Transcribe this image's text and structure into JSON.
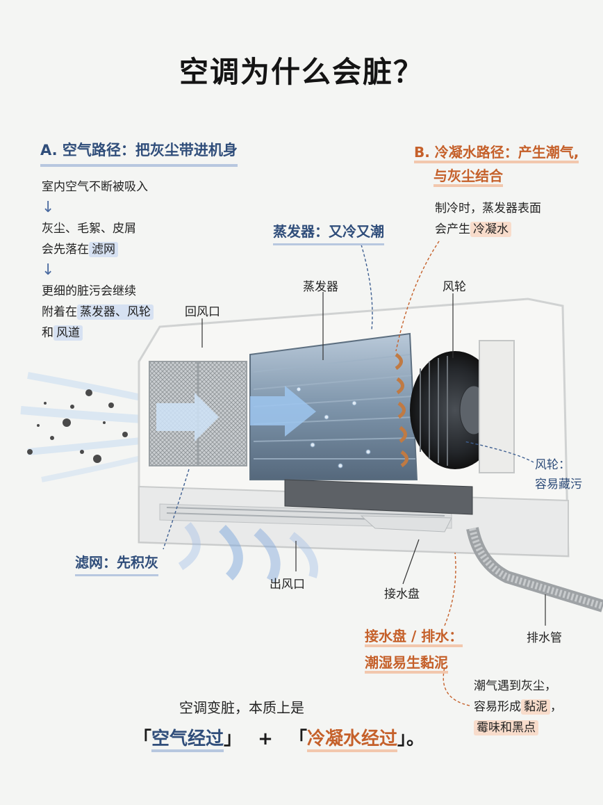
{
  "title": "空调为什么会脏？",
  "section_a": {
    "heading": "A. 空气路径：把灰尘带进机身",
    "line1": "室内空气不断被吸入",
    "arrow": "↓",
    "line2": "灰尘、毛絮、皮屑",
    "line3_prefix": "会先落在",
    "line3_highlight": "滤网",
    "line4": "更细的脏污会继续",
    "line5_prefix": "附着在",
    "line5_highlight": "蒸发器、风轮",
    "line6_prefix": "和",
    "line6_highlight": "风道"
  },
  "section_b": {
    "heading_line1": "B. 冷凝水路径：产生潮气,",
    "heading_line2": "与灰尘结合",
    "line1": "制冷时，蒸发器表面",
    "line2_prefix": "会产生",
    "line2_highlight": "冷凝水"
  },
  "labels": {
    "evaporator_title": "蒸发器：又冷又潮",
    "evaporator": "蒸发器",
    "fan": "风轮",
    "return_vent": "回风口",
    "fan_note_line1": "风轮：",
    "fan_note_line2": "容易藏污",
    "filter_note": "滤网：先积灰",
    "outlet": "出风口",
    "drip_tray": "接水盘",
    "drain_pipe": "排水管",
    "drain_title_line1": "接水盘 / 排水：",
    "drain_title_line2": "潮湿易生黏泥",
    "drain_note_line1": "潮气遇到灰尘，",
    "drain_note_line2_prefix": "容易形成",
    "drain_note_line2_highlight": "黏泥",
    "drain_note_line2_suffix": "，",
    "drain_note_line3": "霉味和黑点"
  },
  "bottom": {
    "line1": "空调变脏，本质上是",
    "open1": "「",
    "part1": "空气经过",
    "close1": "」",
    "plus": "+",
    "open2": "「",
    "part2": "冷凝水经过",
    "close2": "」",
    "end": "。"
  },
  "colors": {
    "blue_accent": "#2f4d7a",
    "orange_accent": "#c5602a",
    "blue_highlight": "#d6e1f2",
    "orange_highlight": "#f8dccb"
  }
}
